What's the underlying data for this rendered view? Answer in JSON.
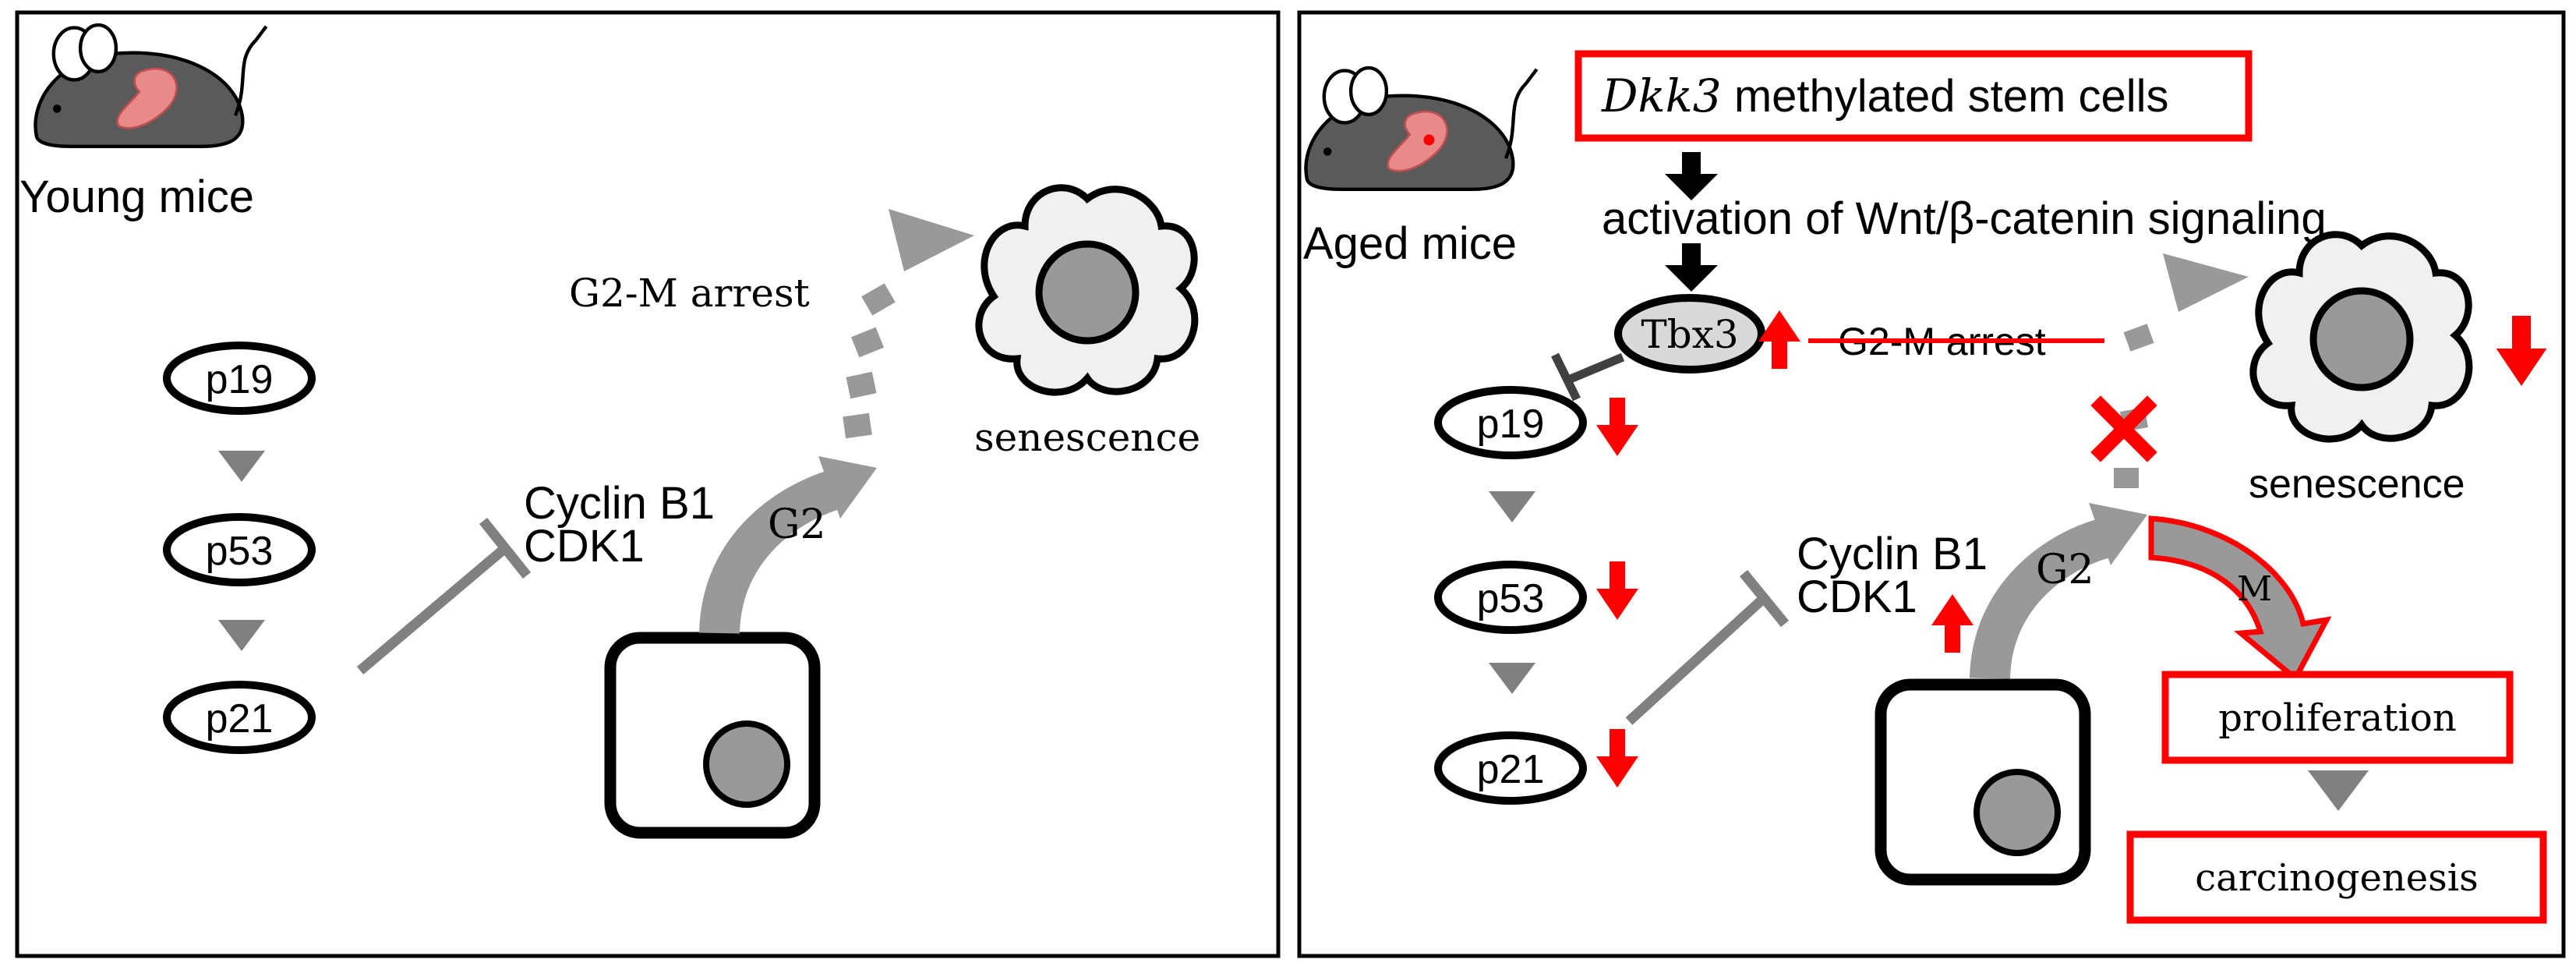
{
  "left_panel": {
    "mouse_label": "Young mice",
    "g2m_label": "G2-M arrest",
    "senescence_label": "senescence",
    "proteins": [
      "p19",
      "p53",
      "p21"
    ],
    "cyclin_label": "Cyclin B1",
    "cdk_label": "CDK1",
    "g2_label": "G2"
  },
  "right_panel": {
    "mouse_label": "Aged mice",
    "dkk3_gene": "Dkk3",
    "dkk3_suffix": " methylated stem cells",
    "wnt_label": "activation of Wnt/β-catenin signaling",
    "tbx3_label": "Tbx3",
    "g2m_label": "G2-M arrest",
    "senescence_label": "senescence",
    "proteins": [
      "p19",
      "p53",
      "p21"
    ],
    "cyclin_label": "Cyclin B1",
    "cdk_label": "CDK1",
    "g2_label": "G2",
    "m_label": "M",
    "proliferation_label": "proliferation",
    "carcinogenesis_label": "carcinogenesis"
  },
  "colors": {
    "red": "#ff0000",
    "gray": "#999999",
    "dark_gray": "#808080",
    "black": "#000000"
  }
}
